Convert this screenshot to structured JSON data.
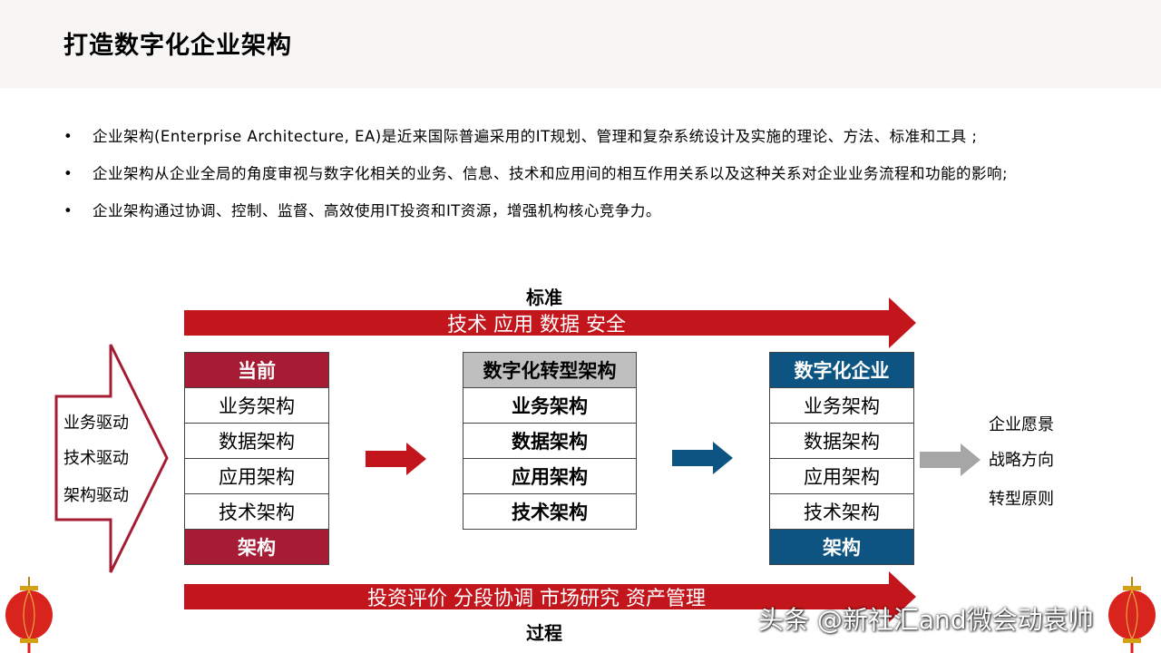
{
  "title": "打造数字化企业架构",
  "bullets": [
    "企业架构(Enterprise Architecture, EA)是近来国际普遍采用的IT规划、管理和复杂系统设计及实施的理论、方法、标准和工具 ;",
    "企业架构从企业全局的角度审视与数字化相关的业务、信息、技术和应用间的相互作用关系以及这种关系对企业业务流程和功能的影响;",
    "企业架构通过协调、控制、监督、高效使用IT投资和IT资源，增强机构核心竞争力。"
  ],
  "top_arrow": {
    "heading": "标准",
    "text": "技术 应用 数据 安全"
  },
  "bottom_arrow": {
    "heading": "过程",
    "text": "投资评价 分段协调 市场研究 资产管理"
  },
  "drivers": [
    "业务驱动",
    "技术驱动",
    "架构驱动"
  ],
  "current": {
    "header": "当前",
    "items": [
      "业务架构",
      "数据架构",
      "应用架构",
      "技术架构"
    ],
    "footer": "架构"
  },
  "transform": {
    "header": "数字化转型架构",
    "items": [
      "业务架构",
      "数据架构",
      "应用架构",
      "技术架构"
    ]
  },
  "target": {
    "header": "数字化企业",
    "items": [
      "业务架构",
      "数据架构",
      "应用架构",
      "技术架构"
    ],
    "footer": "架构"
  },
  "outcomes": [
    "企业愿景",
    "战略方向",
    "转型原则"
  ],
  "watermark": "头条 @新社汇and微会动袁帅",
  "colors": {
    "red": "#c3161c",
    "dark_red": "#a61c34",
    "blue": "#0e5482",
    "grey_arrow": "#a6a6a6"
  }
}
